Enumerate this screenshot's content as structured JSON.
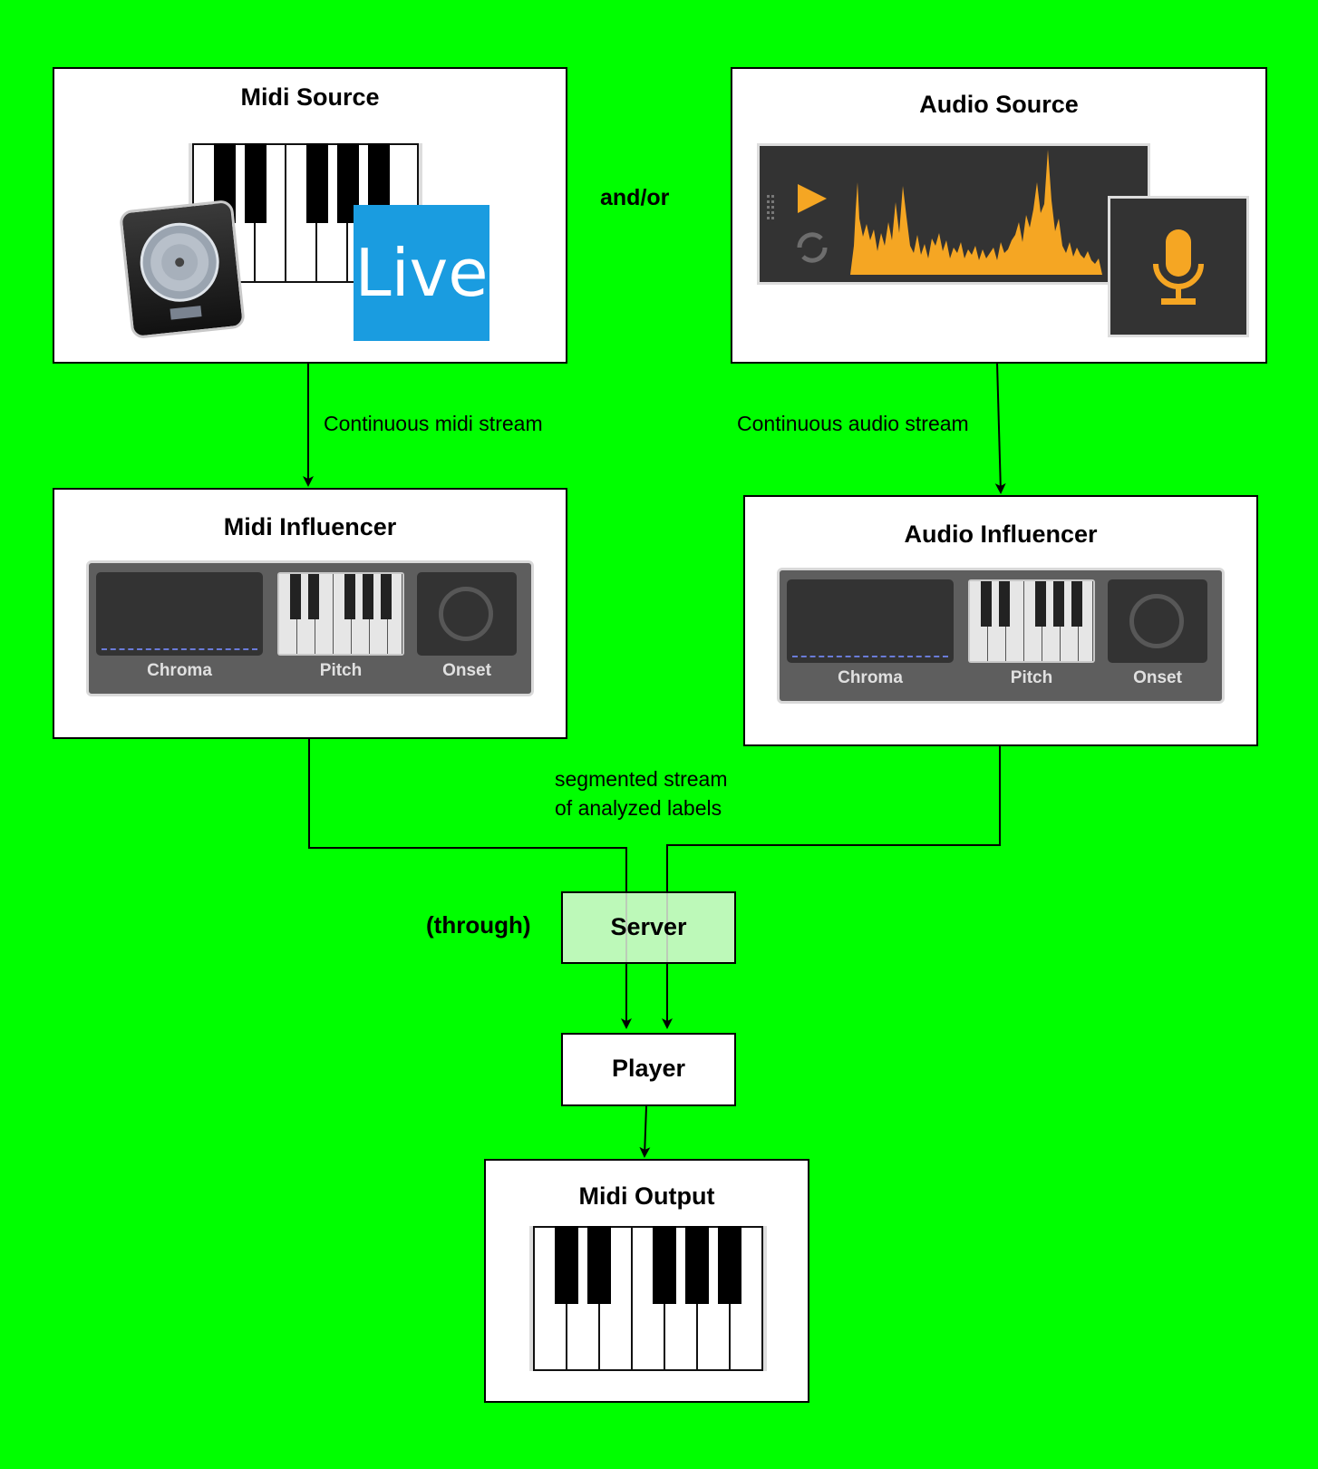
{
  "nodes": {
    "midi_source": {
      "title": "Midi Source"
    },
    "audio_source": {
      "title": "Audio Source"
    },
    "midi_influencer": {
      "title": "Midi Influencer"
    },
    "audio_influencer": {
      "title": "Audio Influencer"
    },
    "server": {
      "title": "Server"
    },
    "player": {
      "title": "Player"
    },
    "midi_output": {
      "title": "Midi Output"
    }
  },
  "labels": {
    "and_or": "and/or",
    "through": "(through)",
    "midi_stream": "Continuous midi stream",
    "audio_stream": "Continuous audio stream",
    "segmented_line1": "segmented stream",
    "segmented_line2": "of analyzed labels"
  },
  "influencer_panel": {
    "chroma": "Chroma",
    "pitch": "Pitch",
    "onset": "Onset"
  },
  "icons": {
    "live_text": "Live",
    "logic": "logic-pro-icon",
    "mic": "microphone-icon",
    "play": "play-icon",
    "loop": "loop-icon"
  },
  "colors": {
    "background": "#00ff00",
    "server_fill": "#d5f5d0",
    "waveform": "#f5a623",
    "live_blue": "#1a9ce0"
  }
}
